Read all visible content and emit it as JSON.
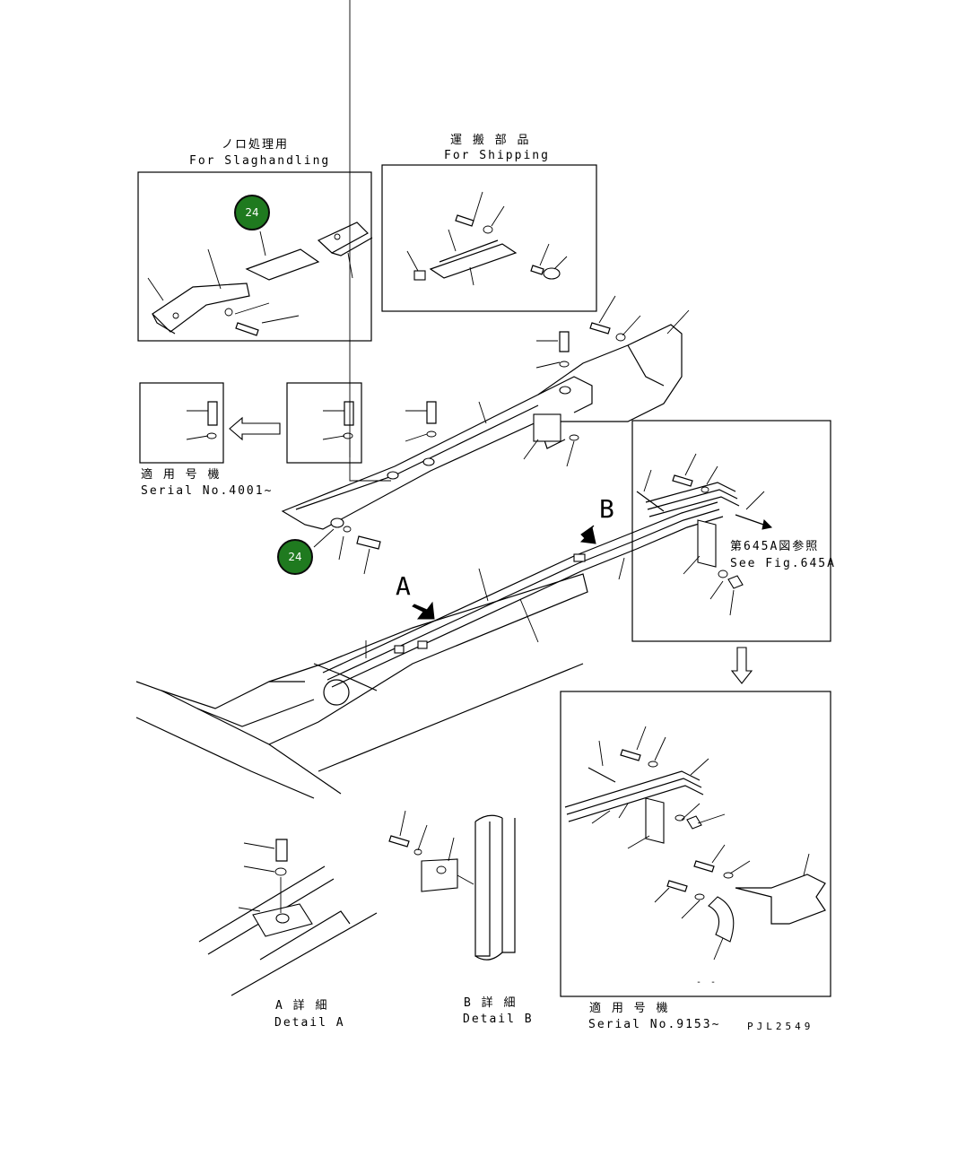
{
  "sections": {
    "slag": {
      "jp": "ノロ処理用",
      "en": "For Slaghandling"
    },
    "shipping": {
      "jp": "運 搬 部 品",
      "en": "For Shipping"
    },
    "serial_4001": {
      "jp": "適 用 号 機",
      "en": "Serial No.4001~"
    },
    "see_fig": {
      "jp": "第645A図参照",
      "en": "See Fig.645A"
    },
    "detail_a": {
      "jp": "A 詳 細",
      "en": "Detail A"
    },
    "detail_b": {
      "jp": "B 詳 細",
      "en": "Detail B"
    },
    "serial_9153": {
      "jp": "適 用 号 機",
      "en": "Serial No.9153~"
    }
  },
  "view_markers": {
    "a": "A",
    "b": "B"
  },
  "callouts": [
    "24",
    "24"
  ],
  "small_mark": "- -",
  "drawing_code": "PJL2549"
}
